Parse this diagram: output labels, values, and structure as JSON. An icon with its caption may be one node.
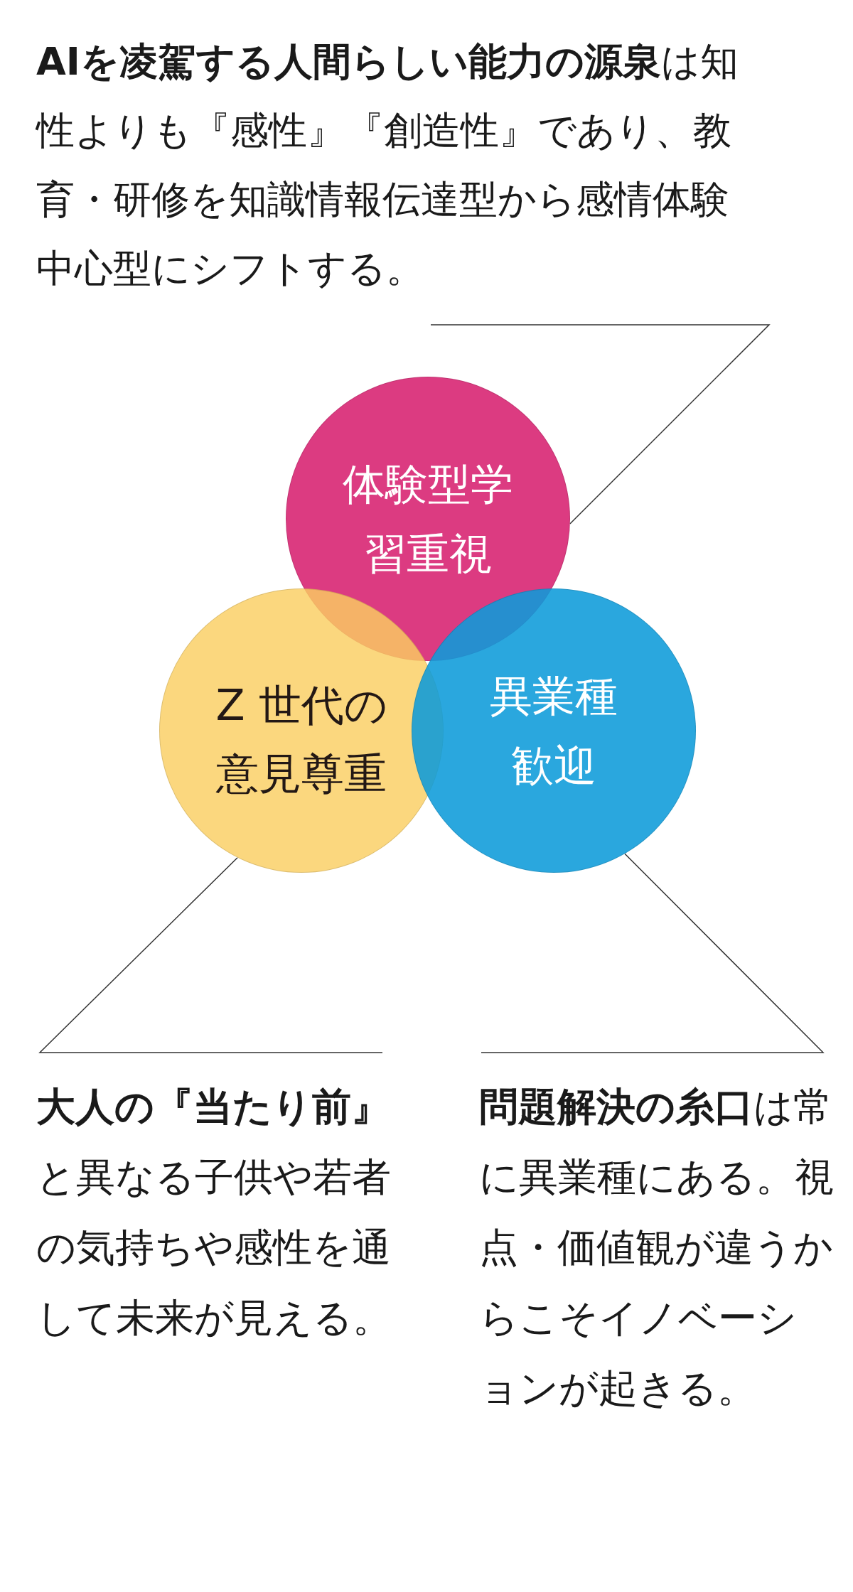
{
  "diagram": {
    "nodes": [
      {
        "text": [
          "**AIを凌駕する人間らしい能力の源泉**は知性よりも『感性』『創造性』であり、教育・研修を知識情報伝達型から感情体験中心型にシフトする。"
        ]
      },
      {
        "text": [
          "体験型学習重視"
        ]
      },
      {
        "text": [
          "Z 世代の意見尊重"
        ]
      },
      {
        "text": [
          "異業種歓迎"
        ]
      },
      {
        "text": [
          "**大人の『当たり前』**と異なる子供や若者の気持ちや感性を通して未来が見える。"
        ]
      },
      {
        "text": [
          "**問題解決の糸口**は常に異業種にある。視点・価値観が違うからこそイノベーションが起きる。"
        ]
      }
    ],
    "edges": [
      {
        "from": 0,
        "to": 1,
        "arrow": "none"
      },
      {
        "from": 4,
        "to": 2,
        "arrow": "none"
      },
      {
        "from": 5,
        "to": 3,
        "arrow": "none"
      }
    ]
  }
}
